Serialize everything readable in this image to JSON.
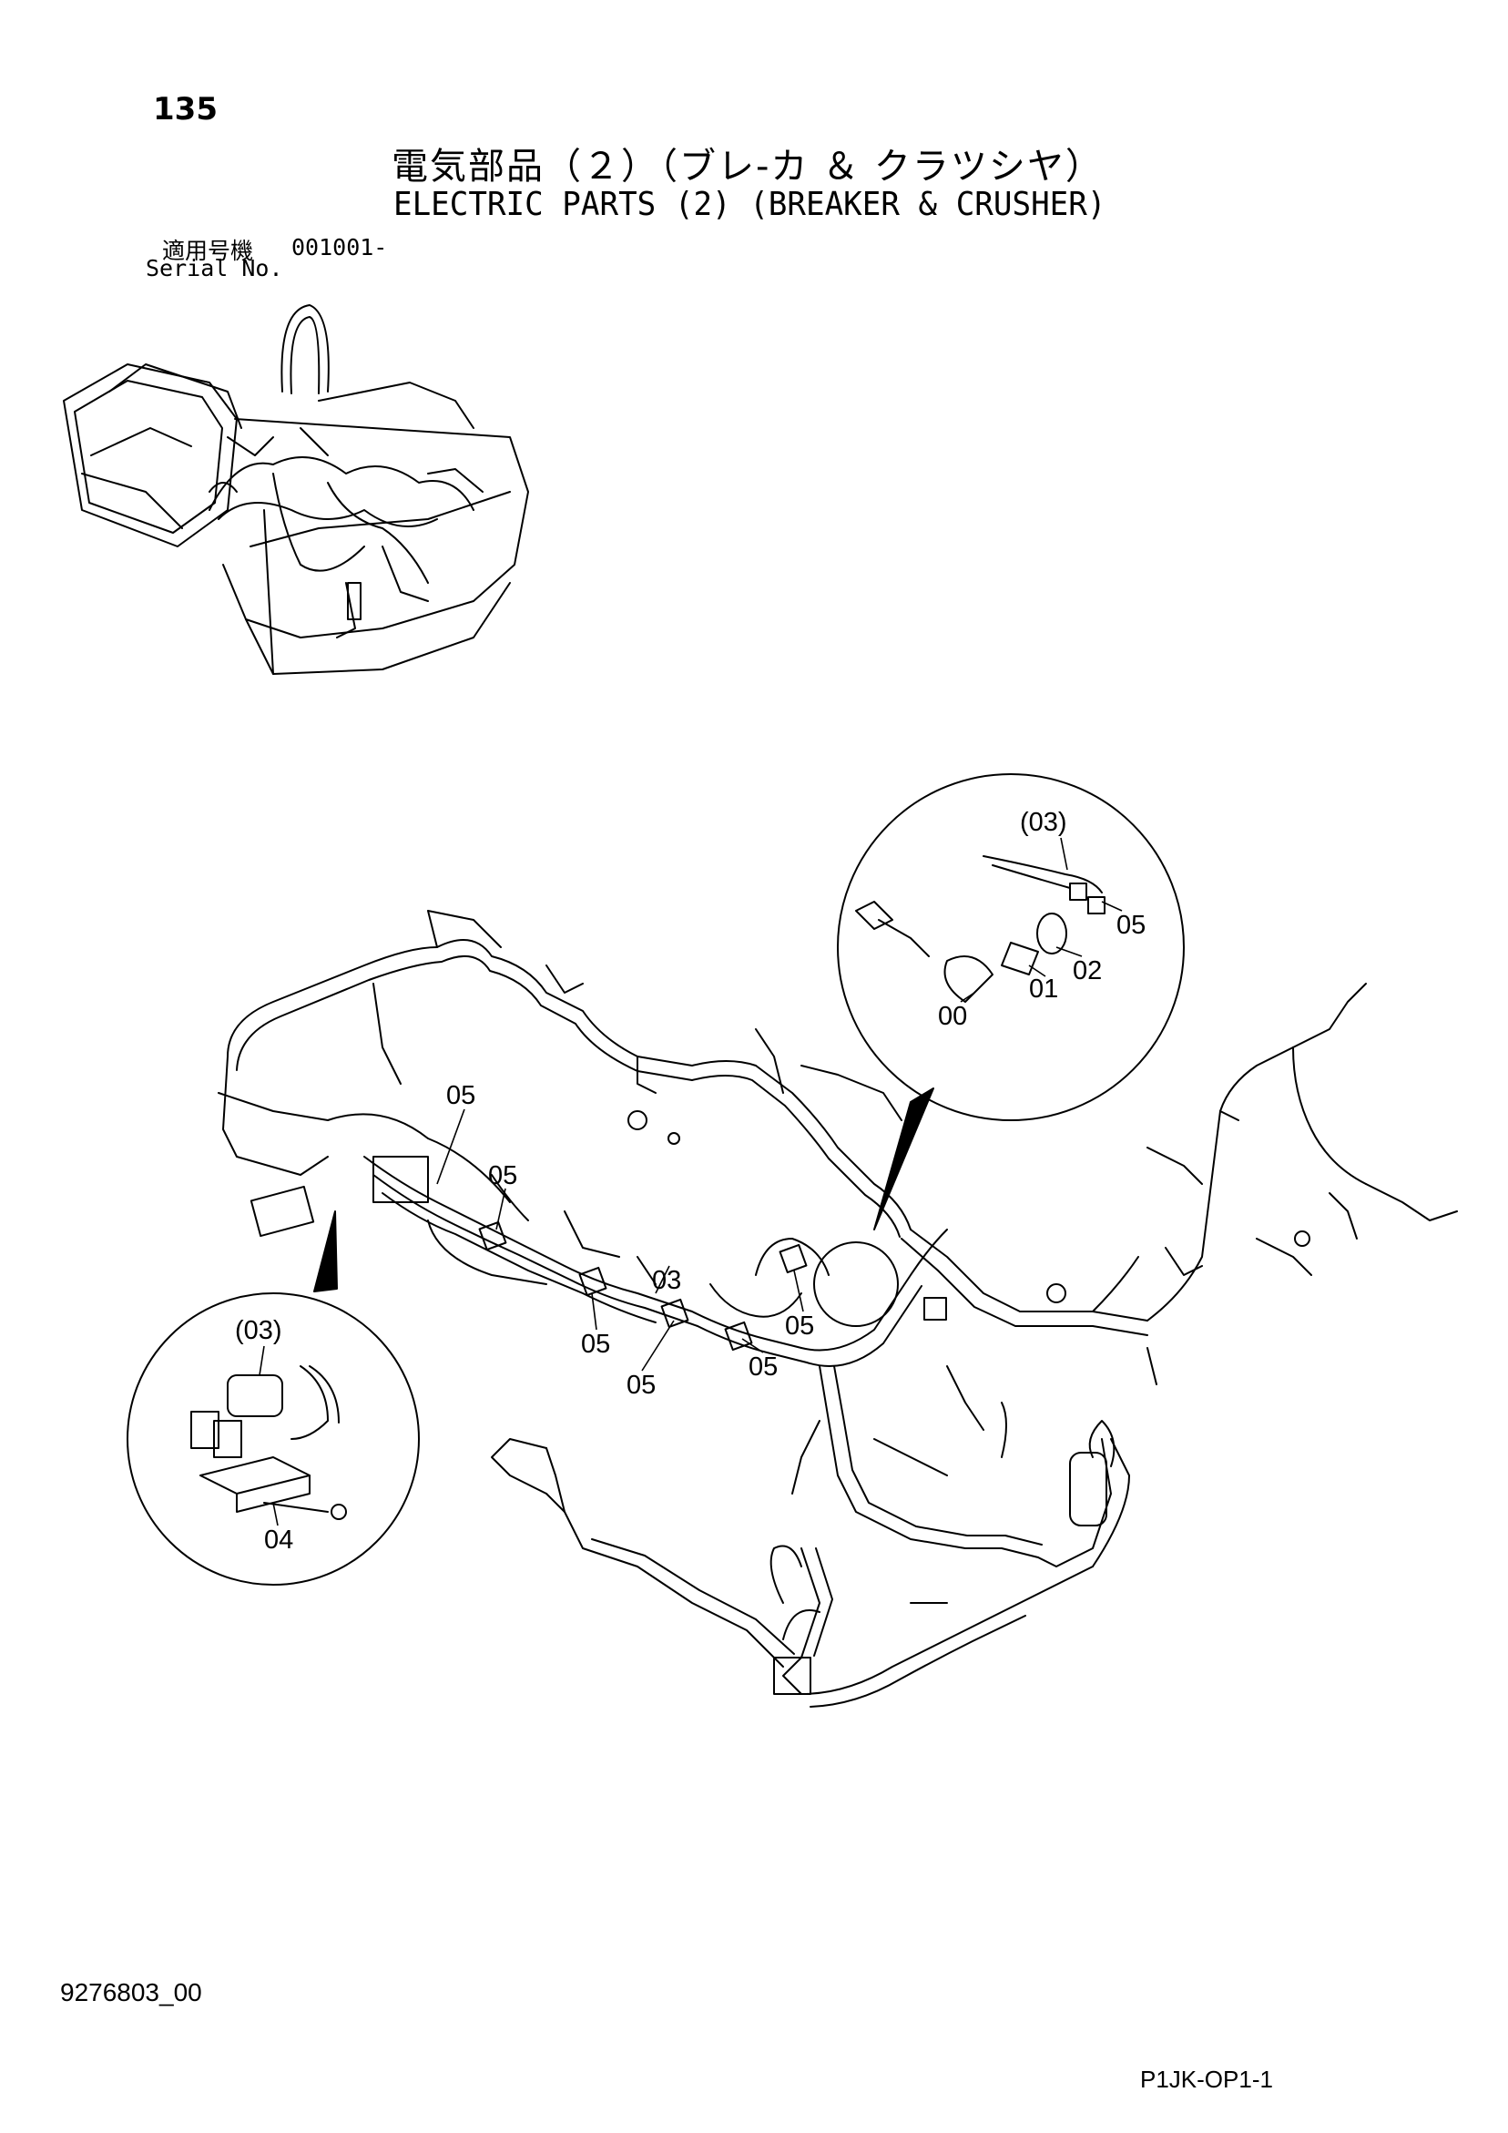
{
  "header": {
    "page_number": "135",
    "title_jp": "電気部品（２）（ブレ-カ ＆ クラツシヤ）",
    "title_en": "ELECTRIC PARTS (2) (BREAKER & CRUSHER)",
    "serial_label_jp": "適用号機",
    "serial_value": "001001-",
    "serial_label_en": "Serial No."
  },
  "callouts": {
    "detail_right": {
      "ref_03": "(03)",
      "p05": "05",
      "p02": "02",
      "p01": "01",
      "p00": "00"
    },
    "detail_left": {
      "ref_03": "(03)",
      "p04": "04"
    },
    "main": {
      "a": "05",
      "b": "05",
      "c": "03",
      "d": "05",
      "e": "05",
      "f": "05",
      "g": "05"
    }
  },
  "footer": {
    "doc_code": "9276803_00",
    "page_code": "P1JK-OP1-1"
  }
}
